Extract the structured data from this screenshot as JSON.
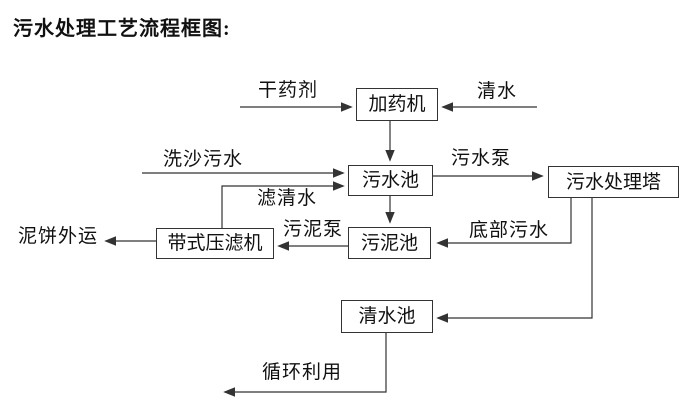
{
  "title": "污水处理工艺流程框图:",
  "nodes": {
    "dosing_machine": {
      "label": "加药机"
    },
    "sewage_pool": {
      "label": "污水池"
    },
    "treatment_tower": {
      "label": "污水处理塔"
    },
    "sludge_pool": {
      "label": "污泥池"
    },
    "belt_filter_press": {
      "label": "带式压滤机"
    },
    "clean_water_pool": {
      "label": "清水池"
    }
  },
  "flow_labels": {
    "dry_agent": "干药剂",
    "clean_water": "清水",
    "sand_washing_sewage": "洗沙污水",
    "sewage_pump": "污水泵",
    "filtered_clean_water": "滤清水",
    "mud_cake_outbound": "泥饼外运",
    "sludge_pump": "污泥泵",
    "bottom_sewage": "底部污水",
    "recycle_reuse": "循环利用"
  },
  "colors": {
    "background": "#ffffff",
    "line": "#333333",
    "box_border": "#333333",
    "text": "#111111"
  }
}
